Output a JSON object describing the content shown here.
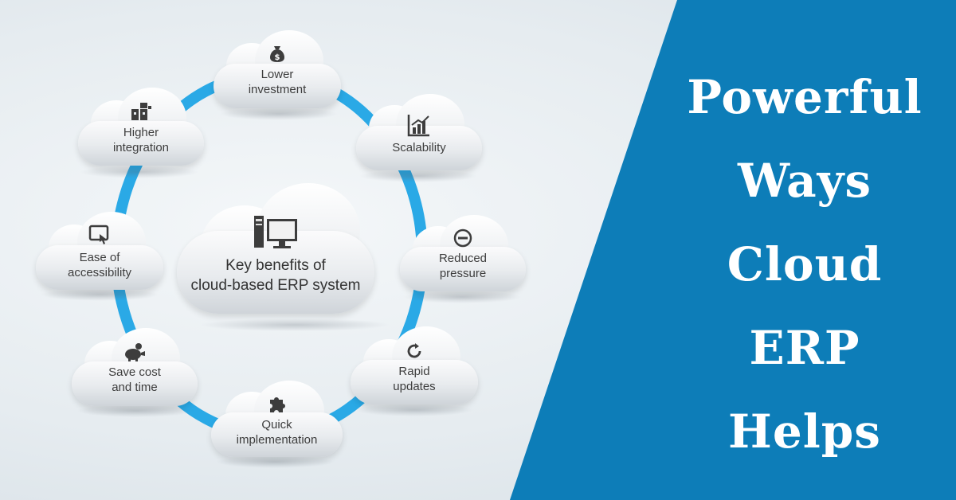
{
  "headline": [
    "Powerful",
    "Ways",
    "Cloud",
    "ERP",
    "Helps"
  ],
  "center": {
    "title": "Key benefits of\ncloud-based ERP system",
    "icon": "computer-icon"
  },
  "benefits": [
    {
      "label": "Lower\ninvestment",
      "icon": "money-bag-icon"
    },
    {
      "label": "Scalability",
      "icon": "bar-chart-icon"
    },
    {
      "label": "Reduced\npressure",
      "icon": "minus-circle-icon"
    },
    {
      "label": "Rapid\nupdates",
      "icon": "refresh-icon"
    },
    {
      "label": "Quick\nimplementation",
      "icon": "puzzle-icon"
    },
    {
      "label": "Save cost\nand time",
      "icon": "piggy-bank-icon"
    },
    {
      "label": "Ease of\naccessibility",
      "icon": "touch-screen-icon"
    },
    {
      "label": "Higher\nintegration",
      "icon": "integration-icon"
    }
  ],
  "colors": {
    "panel_blue": "#0d7db8",
    "ring_blue": "#2aa9e6",
    "text_dark": "#3d3d3d",
    "headline_white": "#ffffff"
  }
}
